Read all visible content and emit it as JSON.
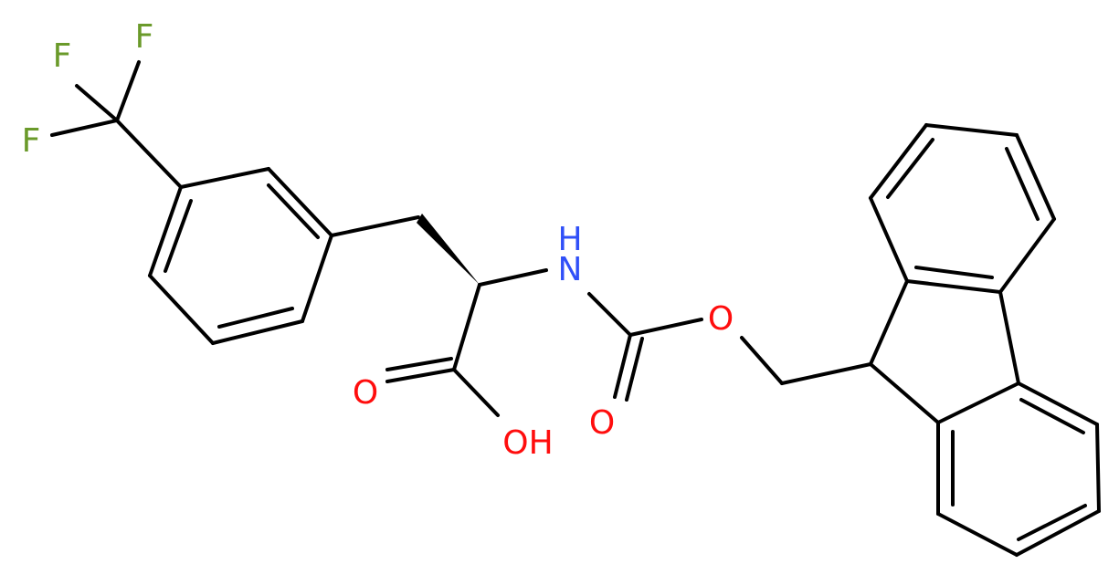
{
  "molecule": {
    "atoms": {
      "F1": "F",
      "F2": "F",
      "F3": "F",
      "N": "N",
      "H": "H",
      "O_acid_carbonyl": "O",
      "OH": "OH",
      "O_carbamate_carbonyl": "O",
      "O_ester": "O"
    },
    "colors": {
      "bond": "#000000",
      "fluorine": "#6a9a2a",
      "nitrogen": "#3050f8",
      "oxygen": "#ff0d0d"
    }
  }
}
